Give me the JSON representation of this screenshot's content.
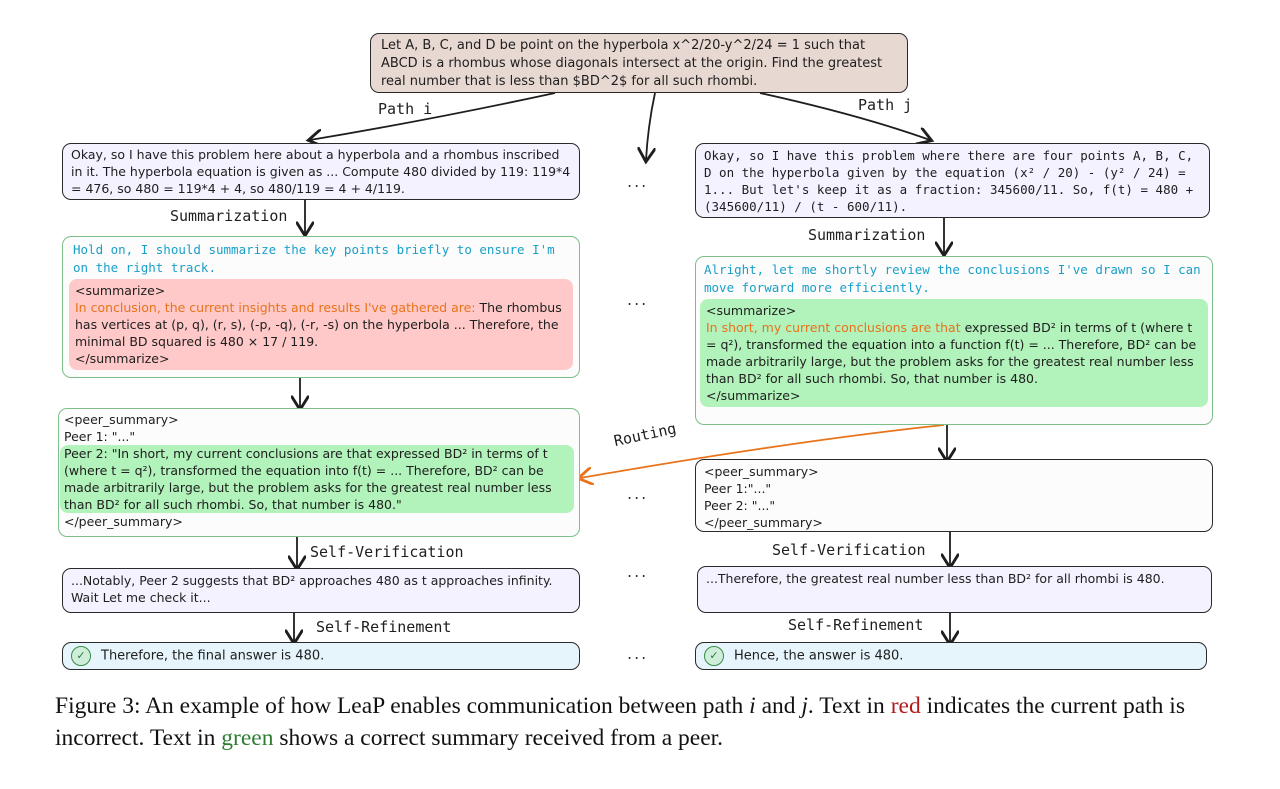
{
  "problem_text": "Let A, B, C, and D be point on the hyperbola x^2/20-y^2/24 = 1 such that ABCD is a rhombus whose diagonals intersect at the origin. Find the greatest real number that is less than $BD^2$ for all such rhombi.",
  "path_i_label": "Path i",
  "path_j_label": "Path j",
  "ellipsis": "...",
  "left": {
    "reasoning": "Okay, so I have this problem here about a hyperbola and a rhombus inscribed in it. The hyperbola equation is given as ... Compute 480 divided by 119: 119*4 = 476, so 480 = 119*4 + 4, so 480/119 = 4 + 4/119.",
    "summarization_label": "Summarization",
    "summary_intro": "Hold on, I should summarize the key points briefly to ensure I'm on the right track.",
    "summarize_open": "<summarize>",
    "summary_lead": "In conclusion, the current insights and results I've gathered are:",
    "summary_body": " The rhombus has vertices at (p, q), (r, s), (-p, -q), (-r, -s) on the hyperbola ... Therefore, the minimal BD squared is 480 × 17 / 119.",
    "summarize_close": "</summarize>",
    "peer_open": "<peer_summary>",
    "peer1": "Peer 1:  \"...\"",
    "peer2": "Peer 2: \"In short, my current conclusions are that expressed BD² in terms of t (where t = q²), transformed the equation into f(t) = ... Therefore, BD² can be made arbitrarily large, but the problem asks for the greatest real number less than BD² for all such rhombi. So, that number is 480.\"",
    "peer_close": "</peer_summary>",
    "self_verification_label": "Self-Verification",
    "verification": "...Notably, Peer 2 suggests that BD² approaches 480 as t approaches infinity. Wait Let me check it...",
    "self_refinement_label": "Self-Refinement",
    "final": "Therefore, the final answer is 480."
  },
  "right": {
    "reasoning": "Okay, so I have this problem where there are four points A, B, C, D on the hyperbola given by the equation (x² / 20) - (y² / 24) = 1... But let's keep it as a fraction: 345600/11. So, f(t) = 480 + (345600/11) / (t - 600/11).",
    "summarization_label": "Summarization",
    "summary_intro": "Alright, let me shortly review the conclusions I've drawn so I can move forward more efficiently.",
    "summarize_open": "<summarize>",
    "summary_lead": "In short, my current conclusions are that",
    "summary_body": " expressed BD² in terms of t (where t = q²), transformed the equation into a function f(t) = ... Therefore, BD² can be made arbitrarily large, but the problem asks for the greatest real number less than BD² for all such rhombi. So, that number is 480.",
    "summarize_close": "</summarize>",
    "routing_label": "Routing",
    "peer_open": "<peer_summary>",
    "peer1": "Peer 1:\"...\"",
    "peer2": "Peer 2: \"...\"",
    "peer_close": "</peer_summary>",
    "self_verification_label": "Self-Verification",
    "verification": "...Therefore, the greatest real number less than BD² for all rhombi is 480.",
    "self_refinement_label": "Self-Refinement",
    "final": "Hence, the answer is 480."
  },
  "caption": {
    "part1": "Figure 3:  An example of how LeaP enables communication between path ",
    "var_i": "i",
    "part2": " and ",
    "var_j": "j",
    "part3": ".  Text in ",
    "red_word": "red",
    "part4": " indicates the current path is incorrect. Text in ",
    "green_word": "green",
    "part5": " shows a correct summary received from a peer.",
    "red_color": "#b0191e",
    "green_color": "#2e7d32"
  },
  "colors": {
    "problem_bg": "#e8d8d2",
    "reasoning_bg": "#f4f2ff",
    "intro_text": "#1a9fc9",
    "lead_text": "#e8731a",
    "incorrect_fill": "#ffc9c9",
    "correct_fill": "#b2f2bb",
    "final_bg": "#e6f4fb"
  }
}
